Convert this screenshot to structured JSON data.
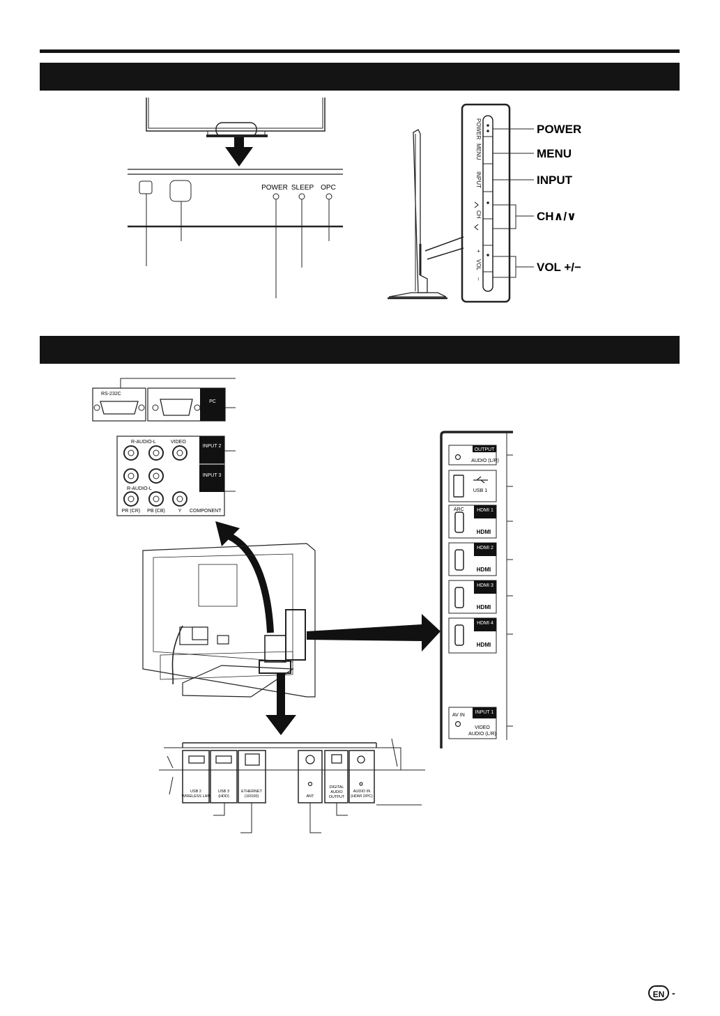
{
  "front": {
    "indicators": [
      "POWER",
      "SLEEP",
      "OPC"
    ]
  },
  "side_buttons": {
    "panel_labels": [
      "POWER",
      "MENU",
      "INPUT",
      "CH",
      "+",
      "VOL",
      "–"
    ],
    "callouts": [
      "POWER",
      "MENU",
      "INPUT",
      "CH∧/∨",
      "VOL +/−"
    ]
  },
  "rear_panel": {
    "rs232c": "RS-232C",
    "pc": "PC",
    "r_audio_l": "R-AUDIO-L",
    "video": "VIDEO",
    "input2": "INPUT 2",
    "input3": "INPUT 3",
    "pr": "PR (CR)",
    "pb": "PB (CB)",
    "y": "Y",
    "component": "COMPONENT"
  },
  "side_terminals": {
    "output": "OUTPUT",
    "audio_lr": "AUDIO (L/R)",
    "usb1": "USB 1",
    "arc": "ARC",
    "hdmi1": "HDMI 1",
    "hdmi2": "HDMI 2",
    "hdmi3": "HDMI 3",
    "hdmi4": "HDMI 4",
    "hdmi_logo": "HDMI",
    "av_in": "AV IN",
    "input1": "INPUT 1",
    "video_audio": "VIDEO",
    "audio_lr2": "AUDIO (L/R)"
  },
  "bottom_terminals": {
    "usb2": "USB 2",
    "wireless_lan": "WIRELESS LAN",
    "usb3": "USB 3",
    "hdd": "(HDD)",
    "ethernet": "ETHERNET",
    "ethernet_speed": "(10/100)",
    "ant": "ANT",
    "digital_audio": "DIGITAL",
    "digital_audio2": "AUDIO",
    "digital_audio3": "OUTPUT",
    "audio_in": "AUDIO IN",
    "audio_in_sub": "(HDMI 2/PC)"
  },
  "footer": {
    "lang_badge": "EN",
    "dash": "-"
  }
}
